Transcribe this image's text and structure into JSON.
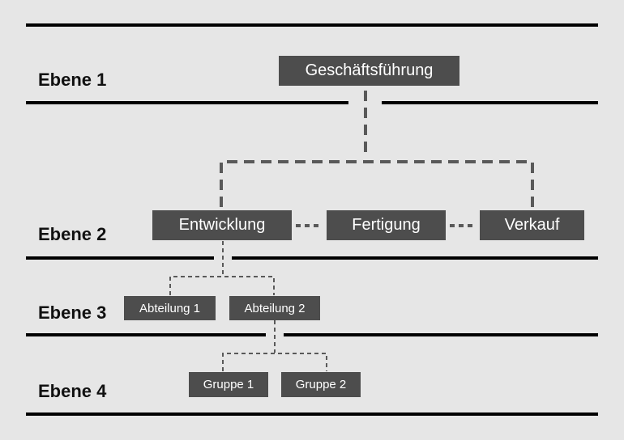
{
  "levels": [
    {
      "label": "Ebene 1"
    },
    {
      "label": "Ebene 2"
    },
    {
      "label": "Ebene 3"
    },
    {
      "label": "Ebene 4"
    }
  ],
  "nodes": {
    "geschaeftsfuehrung": "Geschäftsführung",
    "entwicklung": "Entwicklung",
    "fertigung": "Fertigung",
    "verkauf": "Verkauf",
    "abteilung_1": "Abteilung 1",
    "abteilung_2": "Abteilung 2",
    "gruppe_1": "Gruppe 1",
    "gruppe_2": "Gruppe 2"
  },
  "colors": {
    "background": "#e6e6e6",
    "node_fill": "#4d4d4d",
    "node_text": "#ffffff",
    "connector": "#595959",
    "separator": "#000000"
  }
}
